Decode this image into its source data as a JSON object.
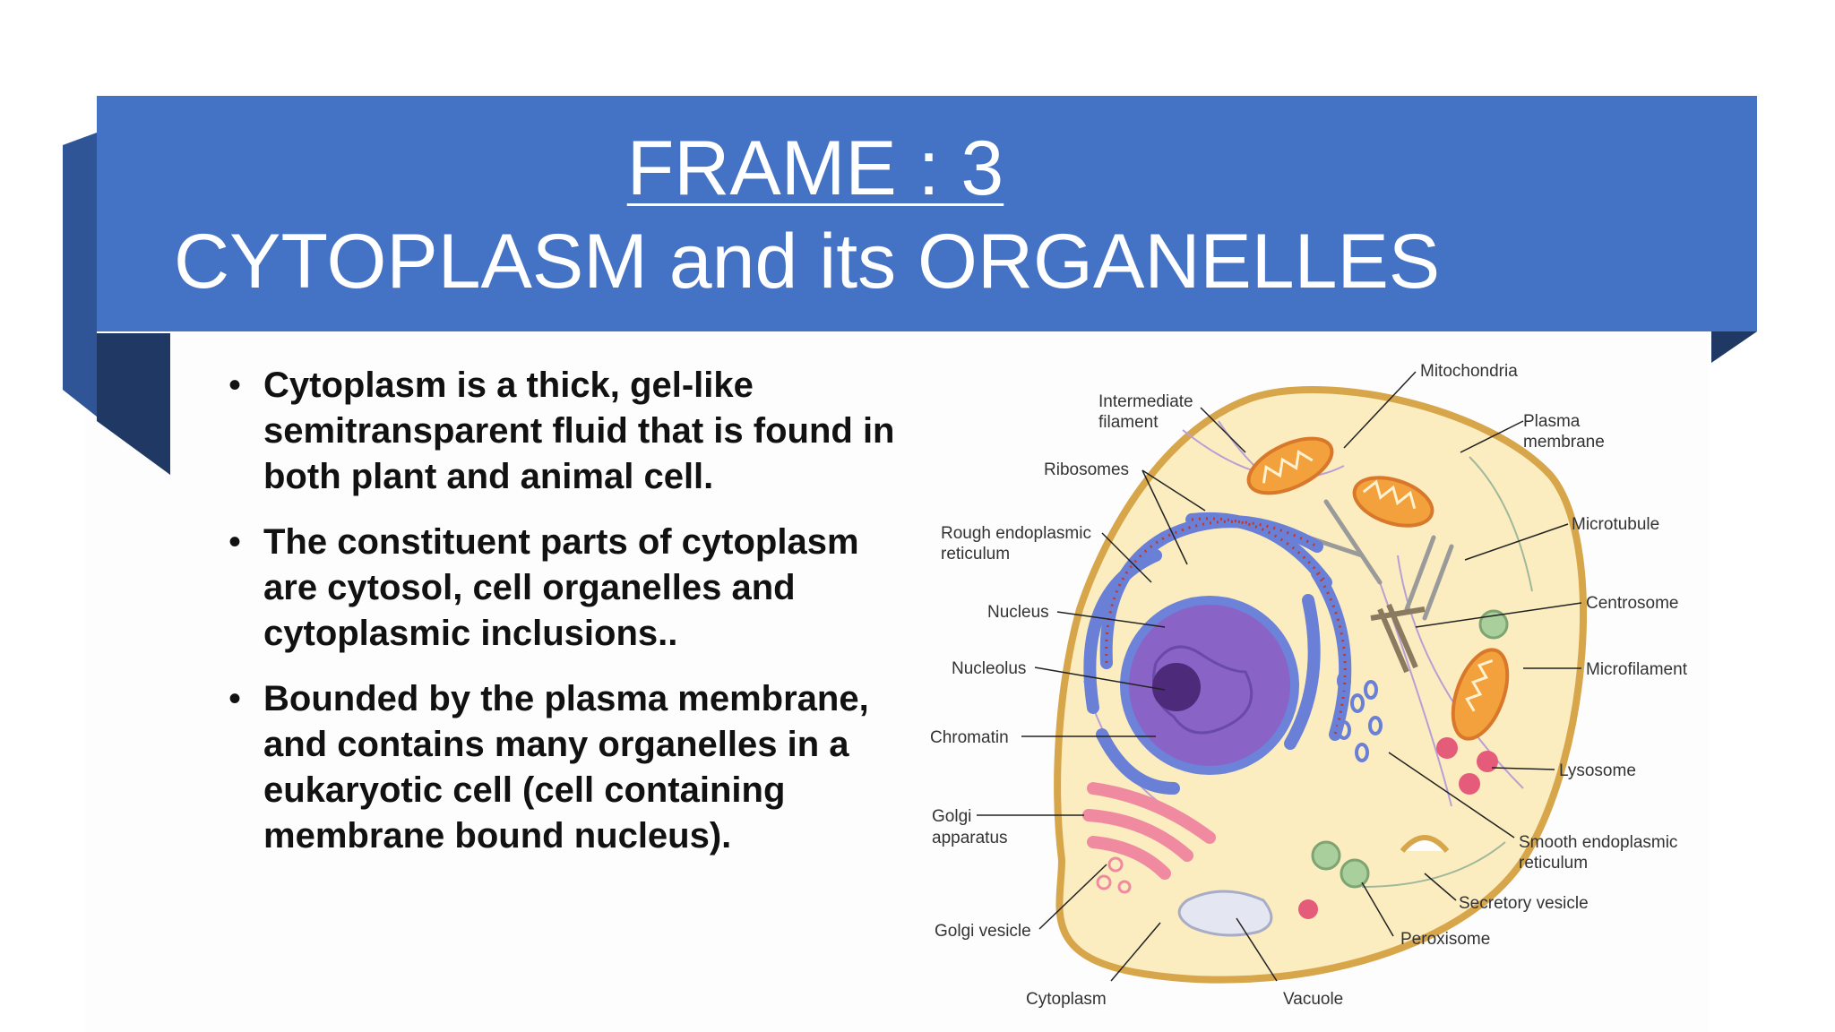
{
  "slide": {
    "title_line1": "FRAME : 3",
    "title_line2": "CYTOPLASM and its ORGANELLES",
    "bullets": [
      "Cytoplasm is a thick, gel-like semitransparent fluid that is found in both plant and animal cell.",
      "The constituent parts of cytoplasm are cytosol, cell organelles and cytoplasmic inclusions..",
      "Bounded by the plasma membrane, and contains many organelles in a eukaryotic cell (cell containing membrane bound nucleus)."
    ],
    "colors": {
      "banner": "#4472c4",
      "ribbon_dark": "#2f5597",
      "ribbon_shadow": "#1f3864"
    }
  },
  "diagram": {
    "labels": {
      "mitochondria": "Mitochondria",
      "intermediate_filament_1": "Intermediate",
      "intermediate_filament_2": "filament",
      "plasma_membrane_1": "Plasma",
      "plasma_membrane_2": "membrane",
      "ribosomes": "Ribosomes",
      "rough_er_1": "Rough endoplasmic",
      "rough_er_2": "reticulum",
      "microtubule": "Microtubule",
      "nucleus": "Nucleus",
      "centrosome": "Centrosome",
      "nucleolus": "Nucleolus",
      "microfilament": "Microfilament",
      "chromatin": "Chromatin",
      "lysosome": "Lysosome",
      "golgi_1": "Golgi",
      "golgi_2": "apparatus",
      "smooth_er_1": "Smooth endoplasmic",
      "smooth_er_2": "reticulum",
      "secretory_vesicle": "Secretory vesicle",
      "golgi_vesicle": "Golgi vesicle",
      "peroxisome": "Peroxisome",
      "cytoplasm": "Cytoplasm",
      "vacuole": "Vacuole"
    }
  }
}
